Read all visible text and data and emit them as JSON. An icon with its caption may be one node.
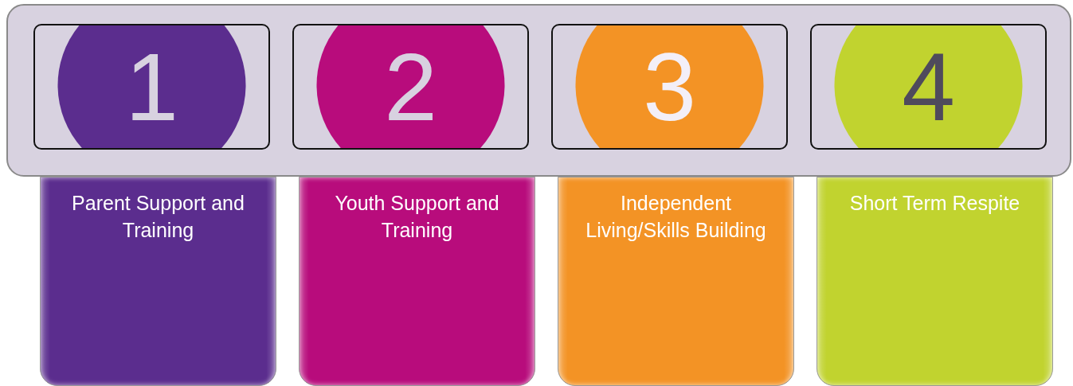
{
  "diagram": {
    "nodes": [
      {
        "text": [],
        "shape": "box"
      },
      {
        "text": [
          "1"
        ],
        "in": 0
      },
      {
        "text": [
          "2"
        ],
        "in": 0
      },
      {
        "text": [
          "3"
        ],
        "in": 0
      },
      {
        "text": [
          "4"
        ],
        "in": 0
      },
      {
        "text": [
          "Parent Support and Training"
        ]
      },
      {
        "text": [
          "Youth Support and Training"
        ]
      },
      {
        "text": [
          "Independent Living/Skills Building"
        ]
      },
      {
        "text": [
          "Short Term Respite"
        ]
      }
    ]
  }
}
